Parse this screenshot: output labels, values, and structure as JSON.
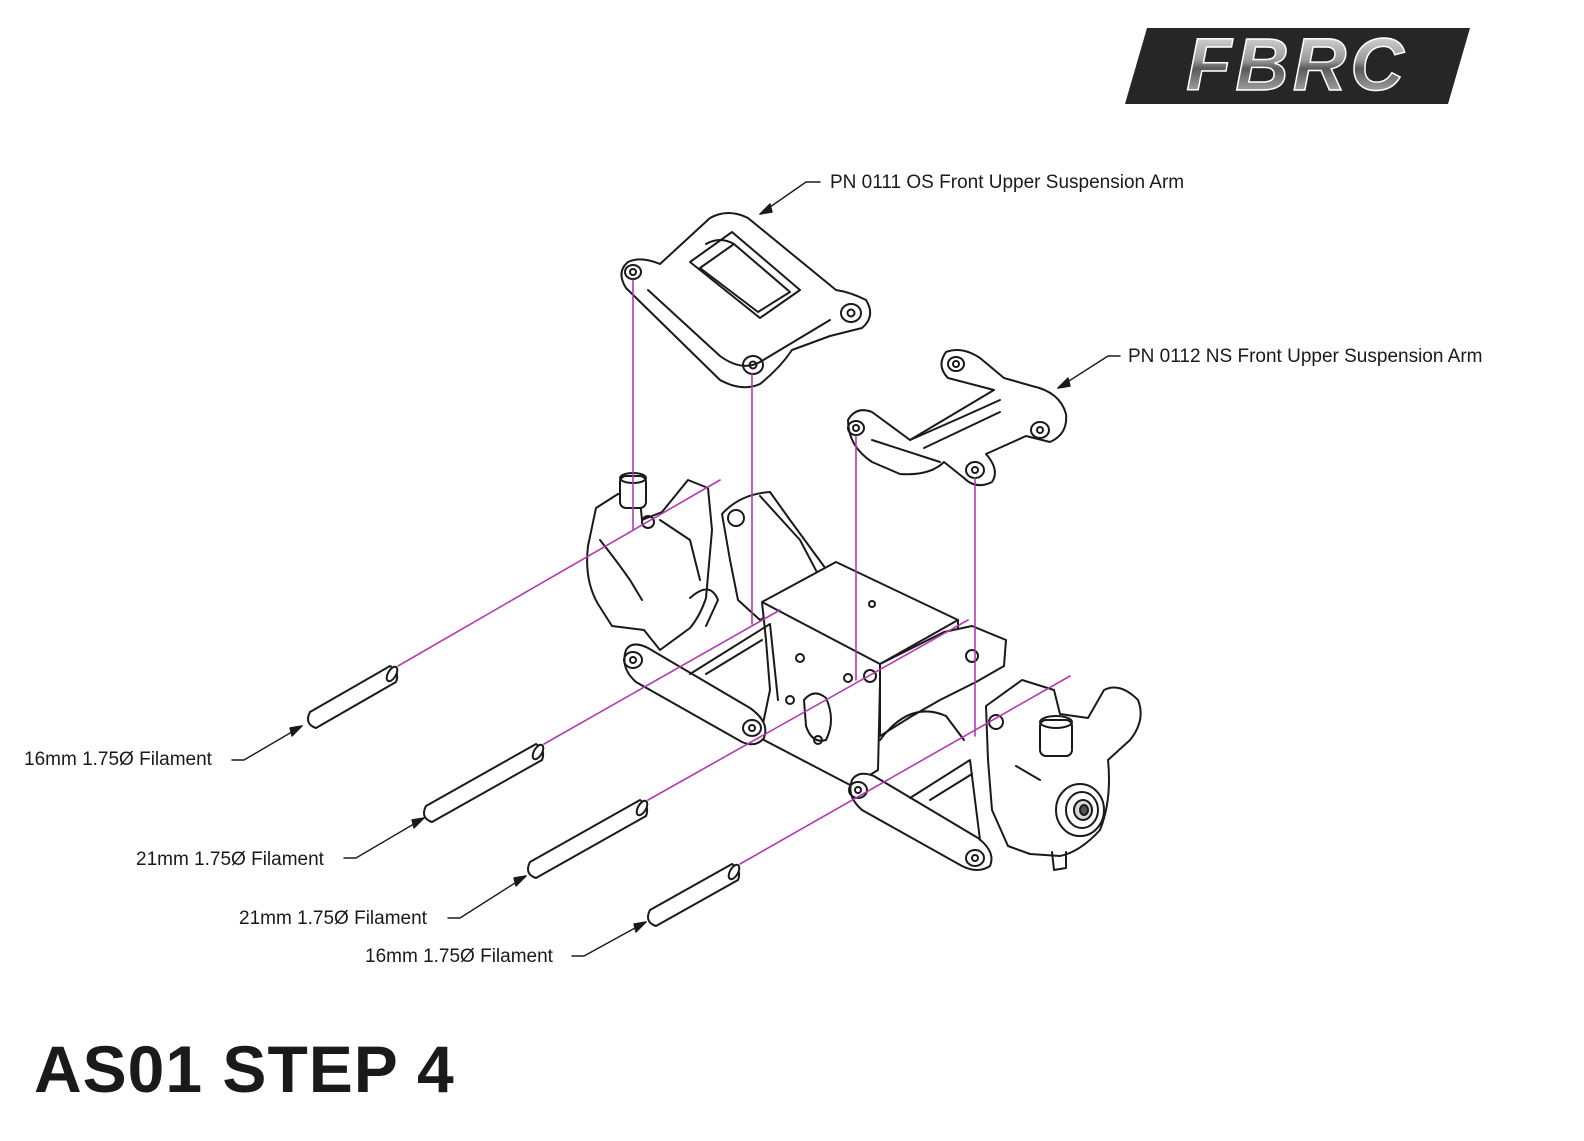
{
  "brand": {
    "logo_text": "FBRC"
  },
  "callouts": {
    "os_arm": "PN 0111 OS Front Upper Suspension Arm",
    "ns_arm": "PN 0112 NS Front Upper Suspension Arm",
    "filament_1": "16mm 1.75Ø Filament",
    "filament_2": "21mm 1.75Ø Filament",
    "filament_3": "21mm 1.75Ø Filament",
    "filament_4": "16mm 1.75Ø Filament"
  },
  "step_title": "AS01 STEP 4",
  "colors": {
    "guide_lines": "#b23ab2",
    "outline": "#1a1a1a",
    "logo_dark": "#2b2b2b",
    "logo_light": "#d9d9d9"
  }
}
